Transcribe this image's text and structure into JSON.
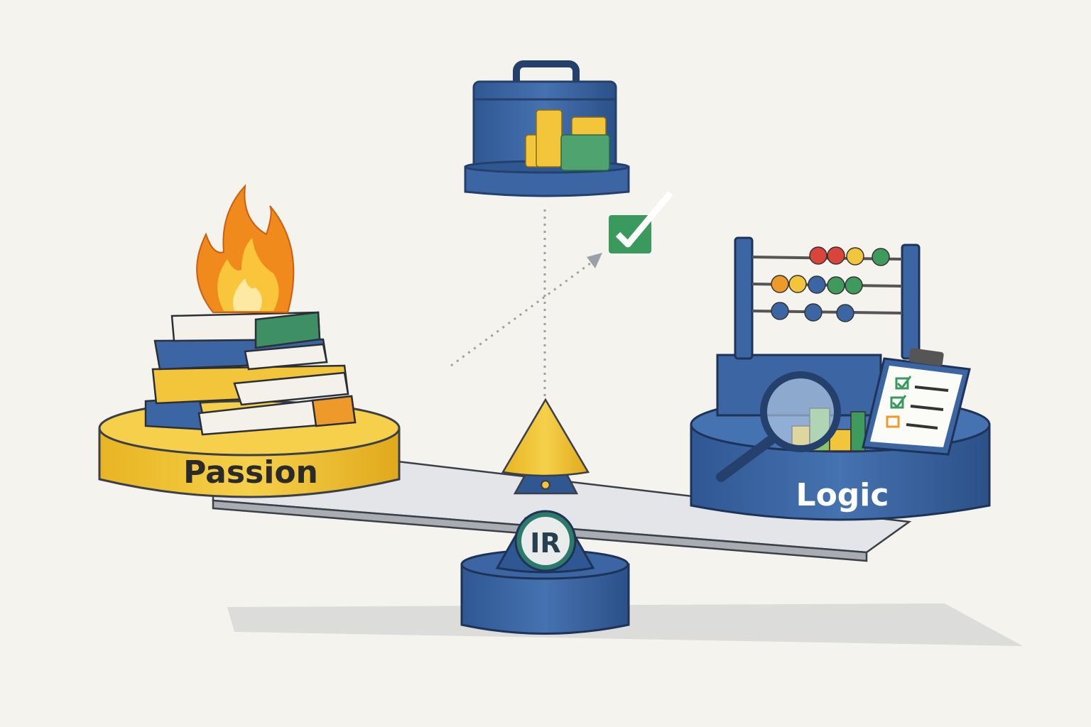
{
  "labels": {
    "left_pan": "Passion",
    "right_pan": "Logic",
    "fulcrum_badge": "IR"
  },
  "icons": [
    "flame-icon",
    "books-icon",
    "briefcase-icon",
    "coins-icon",
    "checkmark-icon",
    "abacus-icon",
    "magnifier-icon",
    "bar-chart-icon",
    "clipboard-checklist-icon",
    "balance-scale"
  ],
  "colors": {
    "background": "#f4f3ee",
    "blue": "#3c66a3",
    "dark_blue": "#24406b",
    "yellow": "#f2c53a",
    "green": "#3a9a5e",
    "gray_beam": "#d9dbde"
  }
}
